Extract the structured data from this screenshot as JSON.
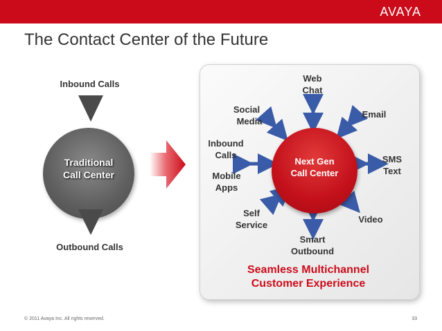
{
  "slide": {
    "logo": "AVAYA",
    "title": "The Contact Center of the Future",
    "footer": "© 2011 Avaya Inc. All rights reserved.",
    "page_number": "33"
  },
  "traditional": {
    "top_label": "Inbound Calls",
    "bottom_label": "Outbound Calls",
    "center_line1": "Traditional",
    "center_line2": "Call Center"
  },
  "future": {
    "center_line1": "Next Gen",
    "center_line2": "Call Center",
    "channels": {
      "web_chat": [
        "Web",
        "Chat"
      ],
      "social_media": [
        "Social",
        "Media"
      ],
      "email": [
        "Email"
      ],
      "inbound_calls": [
        "Inbound",
        "Calls"
      ],
      "sms_text": [
        "SMS",
        "Text"
      ],
      "mobile_apps": [
        "Mobile",
        "Apps"
      ],
      "self_service": [
        "Self",
        "Service"
      ],
      "video": [
        "Video"
      ],
      "smart_outbound": [
        "Smart",
        "Outbound"
      ]
    },
    "tagline_line1": "Seamless Multichannel",
    "tagline_line2": "Customer Experience"
  },
  "colors": {
    "brand_red": "#cc0b1a",
    "arrow_blue": "#3a5ba8",
    "triangle_gray": "#4a4a4a"
  }
}
